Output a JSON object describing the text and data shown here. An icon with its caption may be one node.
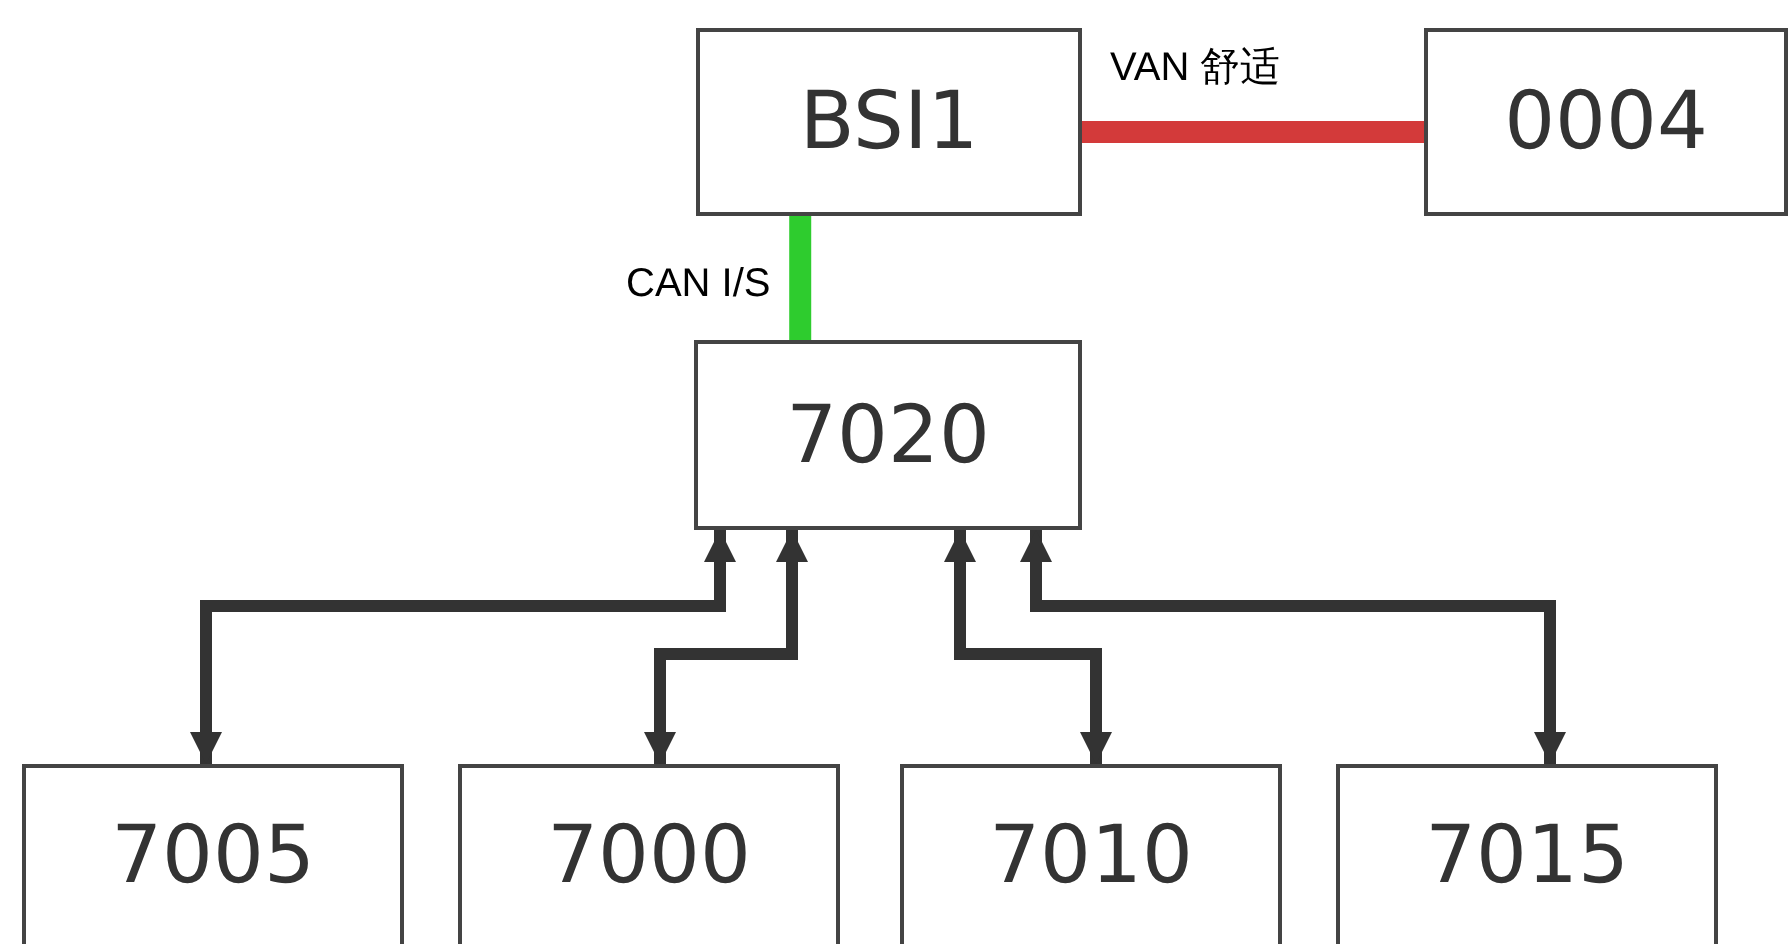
{
  "diagram": {
    "nodes": [
      {
        "text": [
          "BSI1"
        ]
      },
      {
        "text": [
          "0004"
        ]
      },
      {
        "text": [
          "7020"
        ]
      },
      {
        "text": [
          "7005"
        ]
      },
      {
        "text": [
          "7000"
        ]
      },
      {
        "text": [
          "7010"
        ]
      },
      {
        "text": [
          "7015"
        ]
      }
    ],
    "edges": [
      {
        "from": 0,
        "to": 1,
        "arrow": "none",
        "label": "VAN 舒适",
        "style": "thick",
        "color": "#d33a3a"
      },
      {
        "from": 0,
        "to": 2,
        "arrow": "none",
        "label": "CAN I/S",
        "style": "thick",
        "color": "#2ecc2e"
      },
      {
        "from": 2,
        "to": 3,
        "arrow": "both"
      },
      {
        "from": 2,
        "to": 4,
        "arrow": "both"
      },
      {
        "from": 2,
        "to": 5,
        "arrow": "both"
      },
      {
        "from": 2,
        "to": 6,
        "arrow": "both"
      }
    ]
  }
}
